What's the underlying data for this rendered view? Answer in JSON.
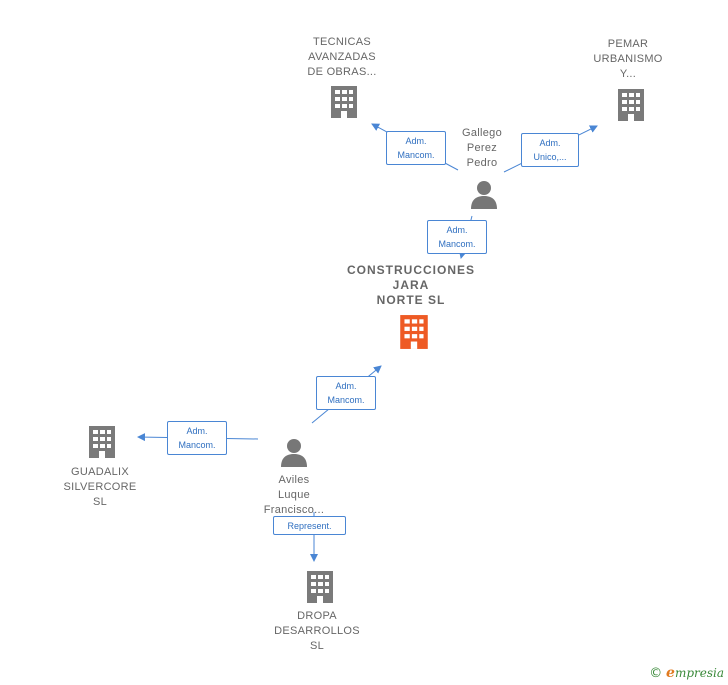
{
  "colors": {
    "edge": "#4a86d4",
    "company": "#7a7a7a",
    "focus_company": "#ee5a24",
    "person": "#777777"
  },
  "nodes": {
    "tecnicas": {
      "label": "TECNICAS\nAVANZADAS\nDE OBRAS...",
      "kind": "company-icon"
    },
    "pemar": {
      "label": "PEMAR\nURBANISMO\nY...",
      "kind": "company-icon"
    },
    "gallego": {
      "label": "Gallego\nPerez\nPedro",
      "kind": "person-icon"
    },
    "construcciones": {
      "label": "CONSTRUCCIONES\nJARA\nNORTE  SL",
      "kind": "company-icon"
    },
    "guadalix": {
      "label": "GUADALIX\nSILVERCORE\nSL",
      "kind": "company-icon"
    },
    "aviles": {
      "label": "Aviles\nLuque\nFrancisco...",
      "kind": "person-icon"
    },
    "dropa": {
      "label": "DROPA\nDESARROLLOS\nSL",
      "kind": "company-icon"
    }
  },
  "edges": {
    "gallego_tecnicas": "Adm.\nMancom.",
    "gallego_pemar": "Adm.\nUnico,...",
    "gallego_construcciones": "Adm.\nMancom.",
    "aviles_construcciones": "Adm.\nMancom.",
    "aviles_guadalix": "Adm.\nMancom.",
    "aviles_dropa": "Represent."
  },
  "brand": {
    "copyright": "©",
    "initial": "e",
    "rest": "mpresia"
  }
}
